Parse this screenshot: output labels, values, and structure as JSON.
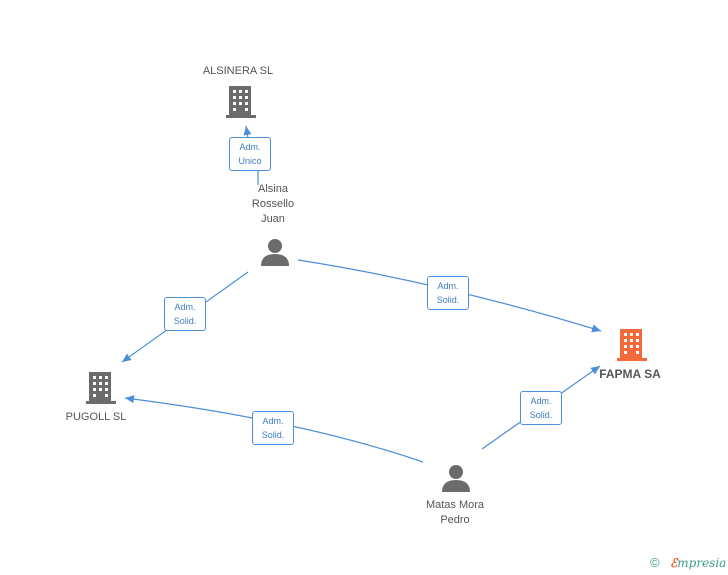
{
  "colors": {
    "edge": "#4a8fd8",
    "building_gray": "#6b6b6b",
    "building_highlight": "#f26a3a",
    "person": "#6b6b6b"
  },
  "nodes": {
    "alsinera": {
      "label": "ALSINERA SL",
      "icon": "building-icon"
    },
    "alsina": {
      "label_lines": [
        "Alsina",
        "Rossello",
        "Juan"
      ],
      "icon": "person-icon"
    },
    "pugoll": {
      "label": "PUGOLL SL",
      "icon": "building-icon"
    },
    "fapma": {
      "label": "FAPMA SA",
      "icon": "building-icon",
      "highlight": true
    },
    "matas": {
      "label_lines": [
        "Matas Mora",
        "Pedro"
      ],
      "icon": "person-icon"
    }
  },
  "edges": [
    {
      "from": "alsina",
      "to": "alsinera",
      "lines": [
        "Adm.",
        "Unico"
      ]
    },
    {
      "from": "alsina",
      "to": "pugoll",
      "lines": [
        "Adm.",
        "Solid."
      ]
    },
    {
      "from": "alsina",
      "to": "fapma",
      "lines": [
        "Adm.",
        "Solid."
      ]
    },
    {
      "from": "matas",
      "to": "pugoll",
      "lines": [
        "Adm.",
        "Solid."
      ]
    },
    {
      "from": "matas",
      "to": "fapma",
      "lines": [
        "Adm.",
        "Solid."
      ]
    }
  ],
  "footer": {
    "copyright_symbol": "©",
    "brand_first": "ℰ",
    "brand_rest": "mpresia"
  }
}
